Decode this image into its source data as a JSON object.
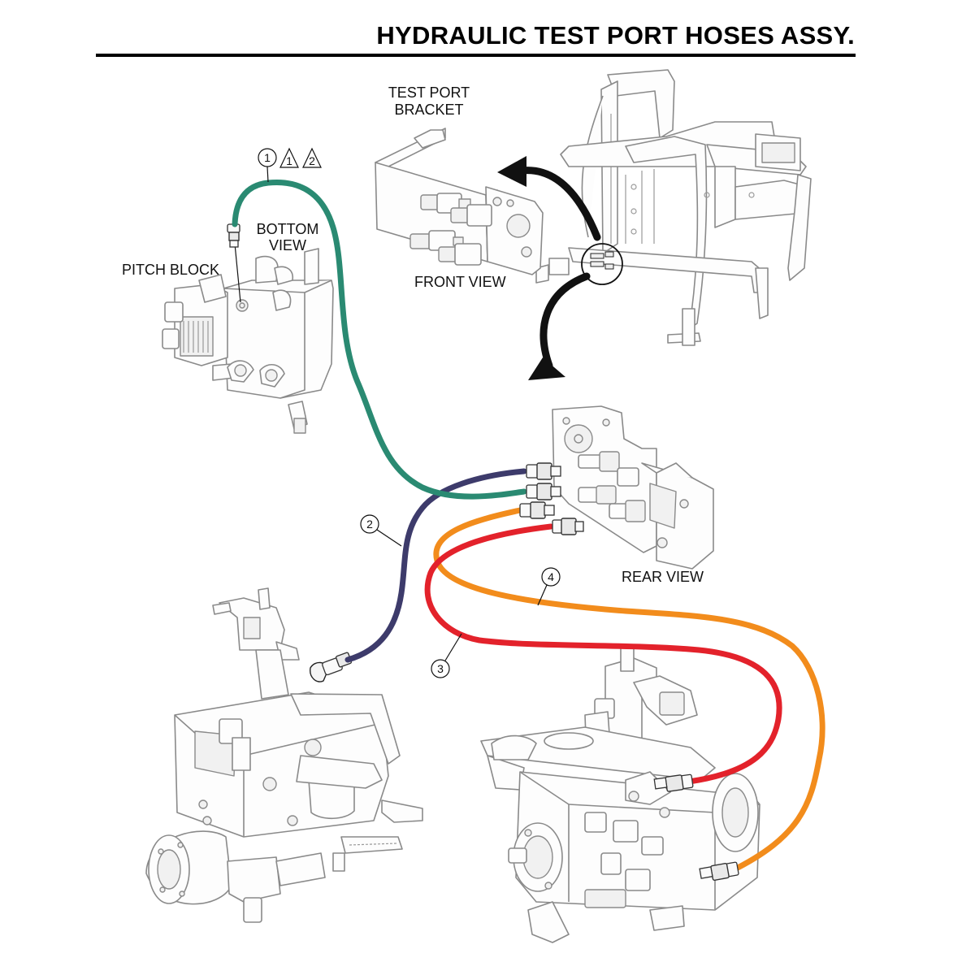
{
  "title": "HYDRAULIC TEST PORT HOSES ASSY.",
  "labels": {
    "test_port_bracket_line1": "TEST PORT",
    "test_port_bracket_line2": "BRACKET",
    "bottom_view_line1": "BOTTOM",
    "bottom_view_line2": "VIEW",
    "pitch_block": "PITCH BLOCK",
    "front_view": "FRONT VIEW",
    "rear_view": "REAR VIEW"
  },
  "callouts": {
    "hose1": "1",
    "note1": "1",
    "note2": "2",
    "hose2": "2",
    "hose3": "3",
    "hose4": "4"
  },
  "colors": {
    "hose1": "#2a8a72",
    "hose2": "#3d3b6b",
    "hose3": "#e3222b",
    "hose4": "#f28c1c",
    "rule": "#000000",
    "arrow": "#111111"
  }
}
